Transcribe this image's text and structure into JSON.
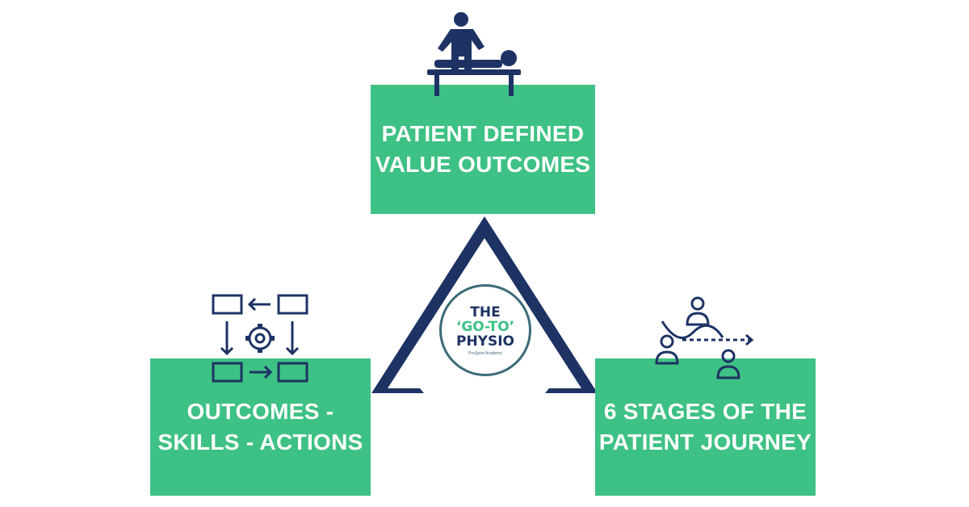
{
  "boxes": {
    "top": {
      "line1": "PATIENT DEFINED",
      "line2": "VALUE OUTCOMES"
    },
    "left": {
      "line1": "OUTCOMES -",
      "line2": "SKILLS - ACTIONS"
    },
    "right": {
      "line1": "6 STAGES OF THE",
      "line2": "PATIENT JOURNEY"
    }
  },
  "logo": {
    "line1": "THE",
    "line2": "‘GO-TO’",
    "line3": "PHYSIO",
    "brand": "ProSport Academy"
  },
  "colors": {
    "green": "#3ec184",
    "navy": "#1e3364",
    "teal": "#3b6b78"
  },
  "icons": {
    "top": "physiotherapy-massage-icon",
    "left": "workflow-gear-icon",
    "right": "patient-journey-icon"
  }
}
